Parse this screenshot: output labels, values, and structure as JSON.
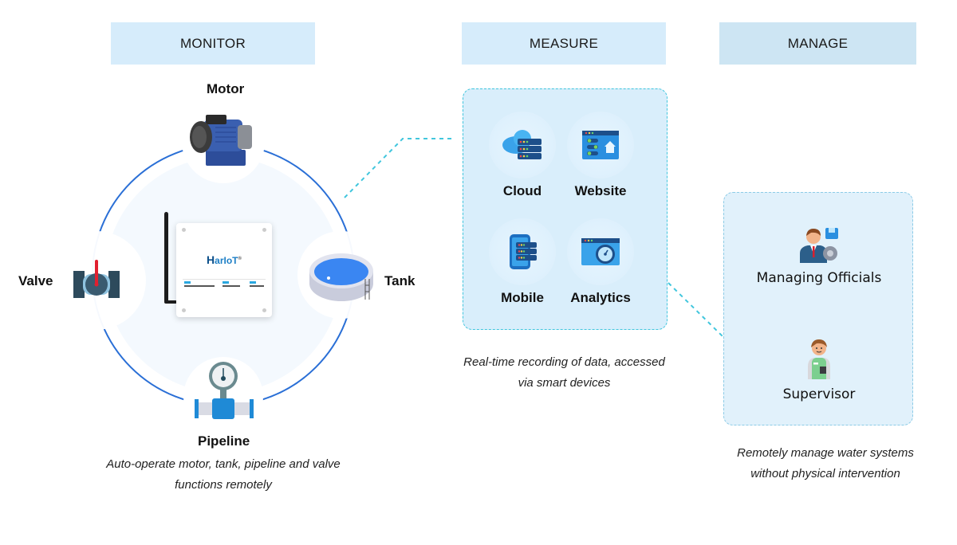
{
  "headers": {
    "monitor": "MONITOR",
    "measure": "MEASURE",
    "manage": "MANAGE"
  },
  "monitor": {
    "nodes": {
      "motor": {
        "label": "Motor",
        "icon": "motor-icon"
      },
      "valve": {
        "label": "Valve",
        "icon": "valve-icon"
      },
      "tank": {
        "label": "Tank",
        "icon": "tank-icon"
      },
      "pipeline": {
        "label": "Pipeline",
        "icon": "pipeline-gauge-icon"
      }
    },
    "device": {
      "brand_mark": "H",
      "brand_text": "arIoT",
      "brand_sup": "®"
    },
    "caption_line1": "Auto-operate motor, tank, pipeline and valve",
    "caption_line2": "functions remotely"
  },
  "measure": {
    "items": [
      {
        "label": "Cloud",
        "icon": "cloud-server-icon"
      },
      {
        "label": "Website",
        "icon": "website-icon"
      },
      {
        "label": "Mobile",
        "icon": "mobile-server-icon"
      },
      {
        "label": "Analytics",
        "icon": "analytics-gauge-icon"
      }
    ],
    "caption_line1": "Real-time recording of data, accessed",
    "caption_line2": "via smart devices"
  },
  "manage": {
    "items": [
      {
        "label": "Managing Officials",
        "icon": "official-with-gear-icon"
      },
      {
        "label": "Supervisor",
        "icon": "supervisor-icon"
      }
    ],
    "caption_line1": "Remotely manage water systems",
    "caption_line2": "without physical intervention"
  },
  "colors": {
    "header_bg": "#d6ecfb",
    "manage_header_bg": "#cde5f3",
    "ring": "#2a6fd6",
    "connector": "#41c6dd",
    "panel_bg": "#d9eefb"
  }
}
